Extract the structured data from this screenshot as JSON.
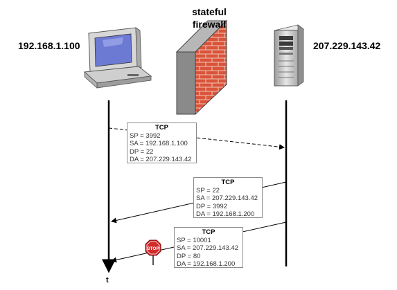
{
  "hosts": {
    "left_ip": "192.168.1.100",
    "right_ip": "207.229.143.42"
  },
  "firewall": {
    "label_line1": "stateful",
    "label_line2": "firewall"
  },
  "time_axis_label": "t",
  "packets": [
    {
      "title": "TCP",
      "fields": [
        "SP = 3992",
        "SA = 192.168.1.100",
        "DP = 22",
        "DA = 207.229.143.42"
      ]
    },
    {
      "title": "TCP",
      "fields": [
        "SP = 22",
        "SA = 207.229.143.42",
        "DP = 3992",
        "DA = 192.168.1.200"
      ]
    },
    {
      "title": "TCP",
      "fields": [
        "SP = 10001",
        "SA = 207.229.143.42",
        "DP = 80",
        "DA = 192.168.1.200"
      ]
    }
  ],
  "stop_sign": {
    "text": "STOP",
    "color": "#d42a2a"
  },
  "colors": {
    "brick": "#d9543a",
    "mortar": "#f3c9b8",
    "wall_top": "#b7b7b7",
    "monitor_screen": "#6d7ad4"
  }
}
